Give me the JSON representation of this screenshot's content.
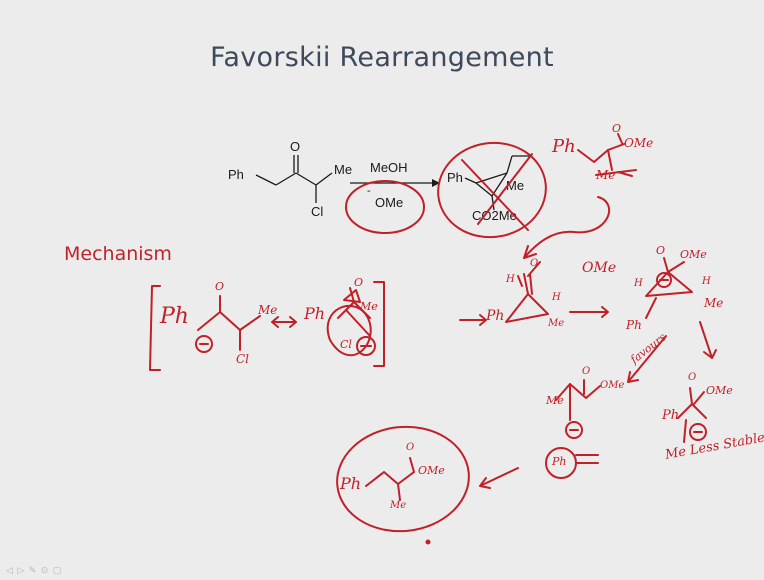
{
  "slide": {
    "title": "Favorskii Rearrangement",
    "mechanism_label": "Mechanism"
  },
  "scheme": {
    "reactant_ph": "Ph",
    "reactant_carbonyl_o": "O",
    "reactant_me": "Me",
    "reactant_cl": "Cl",
    "reagent_top": "MeOH",
    "reagent_bottom": "OMe",
    "reagent_charge": "-",
    "product_ph": "Ph",
    "product_me": "Me",
    "product_co2me": "CO2Me"
  },
  "annotations": {
    "top_right_ph": "Ph",
    "top_right_o": "O",
    "top_right_ome": "OMe",
    "top_right_me": "Me",
    "res1_ph": "Ph",
    "res1_o": "O",
    "res1_me": "Me",
    "res1_cl": "Cl",
    "res2_ph": "Ph",
    "res2_o": "O",
    "res2_me": "Me",
    "res2_cl": "Cl",
    "cp_ph": "Ph",
    "cp_h1": "H",
    "cp_h2": "H",
    "cp_o": "O",
    "cp_me": "Me",
    "ome_attack": "OMe",
    "tet_o": "O",
    "tet_ome": "OMe",
    "tet_h1": "H",
    "tet_h2": "H",
    "tet_me": "Me",
    "tet_ph": "Ph",
    "path_label": "favours",
    "left_me": "Me",
    "left_o": "O",
    "left_ome": "OMe",
    "left_ph": "Ph",
    "right_ph": "Ph",
    "right_o": "O",
    "right_ome": "OMe",
    "right_note": "Me Less Stable",
    "final_ph": "Ph",
    "final_o": "O",
    "final_ome": "OMe",
    "final_me": "Me"
  },
  "colors": {
    "ink": "#c22028",
    "title": "#3d4a5c",
    "structure": "#1a1a1a",
    "background": "#ececec"
  }
}
